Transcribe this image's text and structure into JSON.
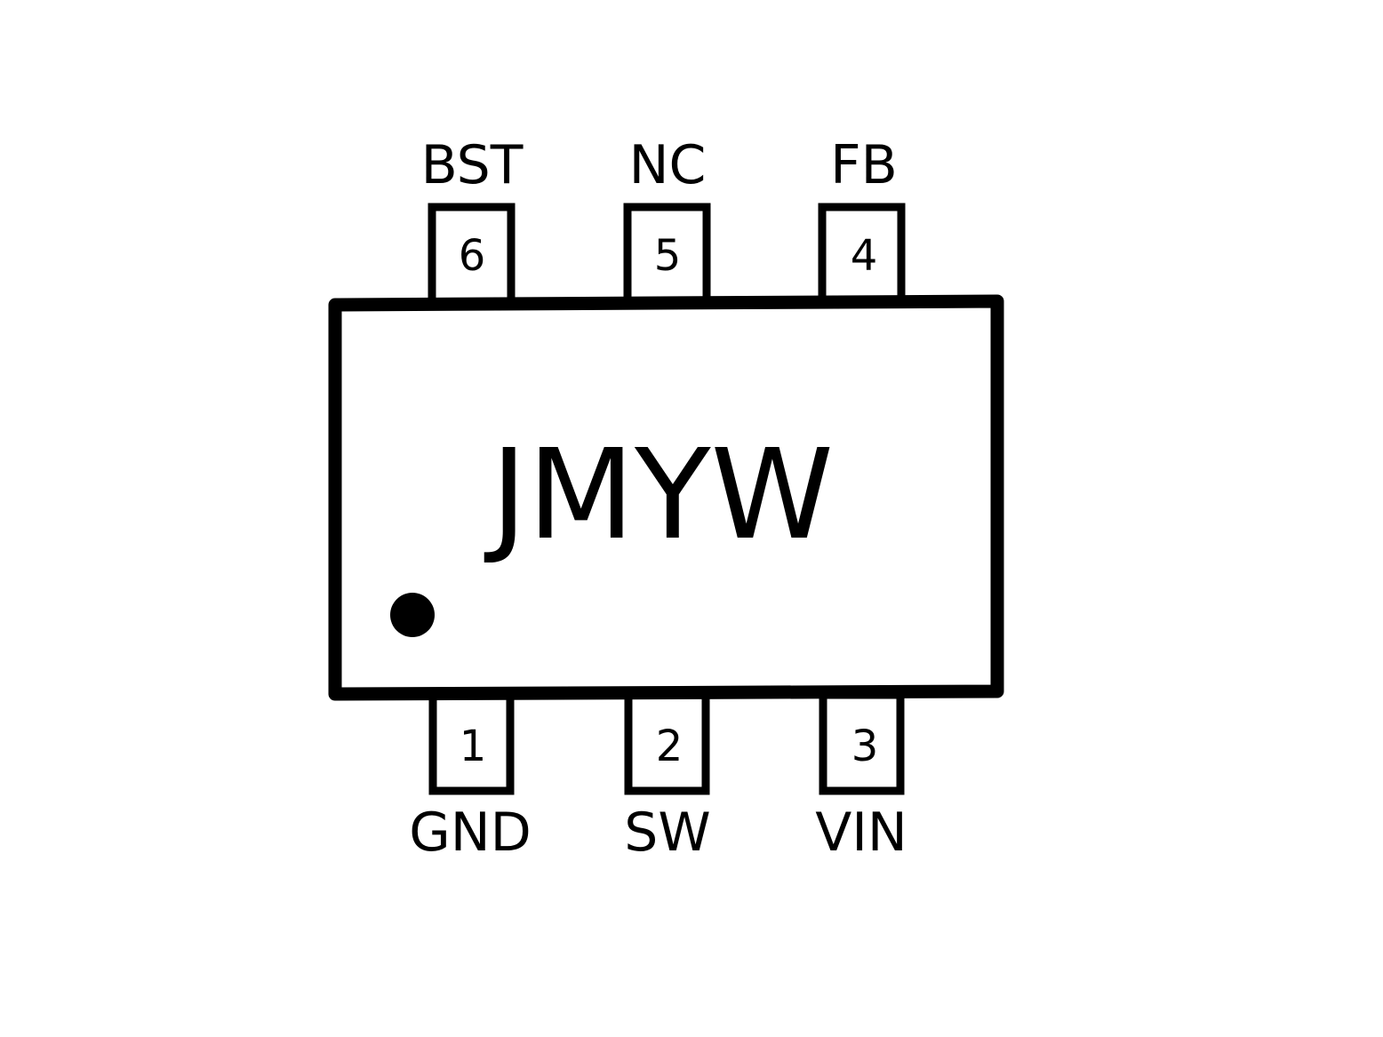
{
  "package": {
    "marking": "JMYW",
    "pin1_indicator": "dot",
    "color": "#000000",
    "background": "#ffffff"
  },
  "pins": {
    "top": [
      {
        "number": "6",
        "name": "BST"
      },
      {
        "number": "5",
        "name": "NC"
      },
      {
        "number": "4",
        "name": "FB"
      }
    ],
    "bottom": [
      {
        "number": "1",
        "name": "GND"
      },
      {
        "number": "2",
        "name": "SW"
      },
      {
        "number": "3",
        "name": "VIN"
      }
    ]
  }
}
